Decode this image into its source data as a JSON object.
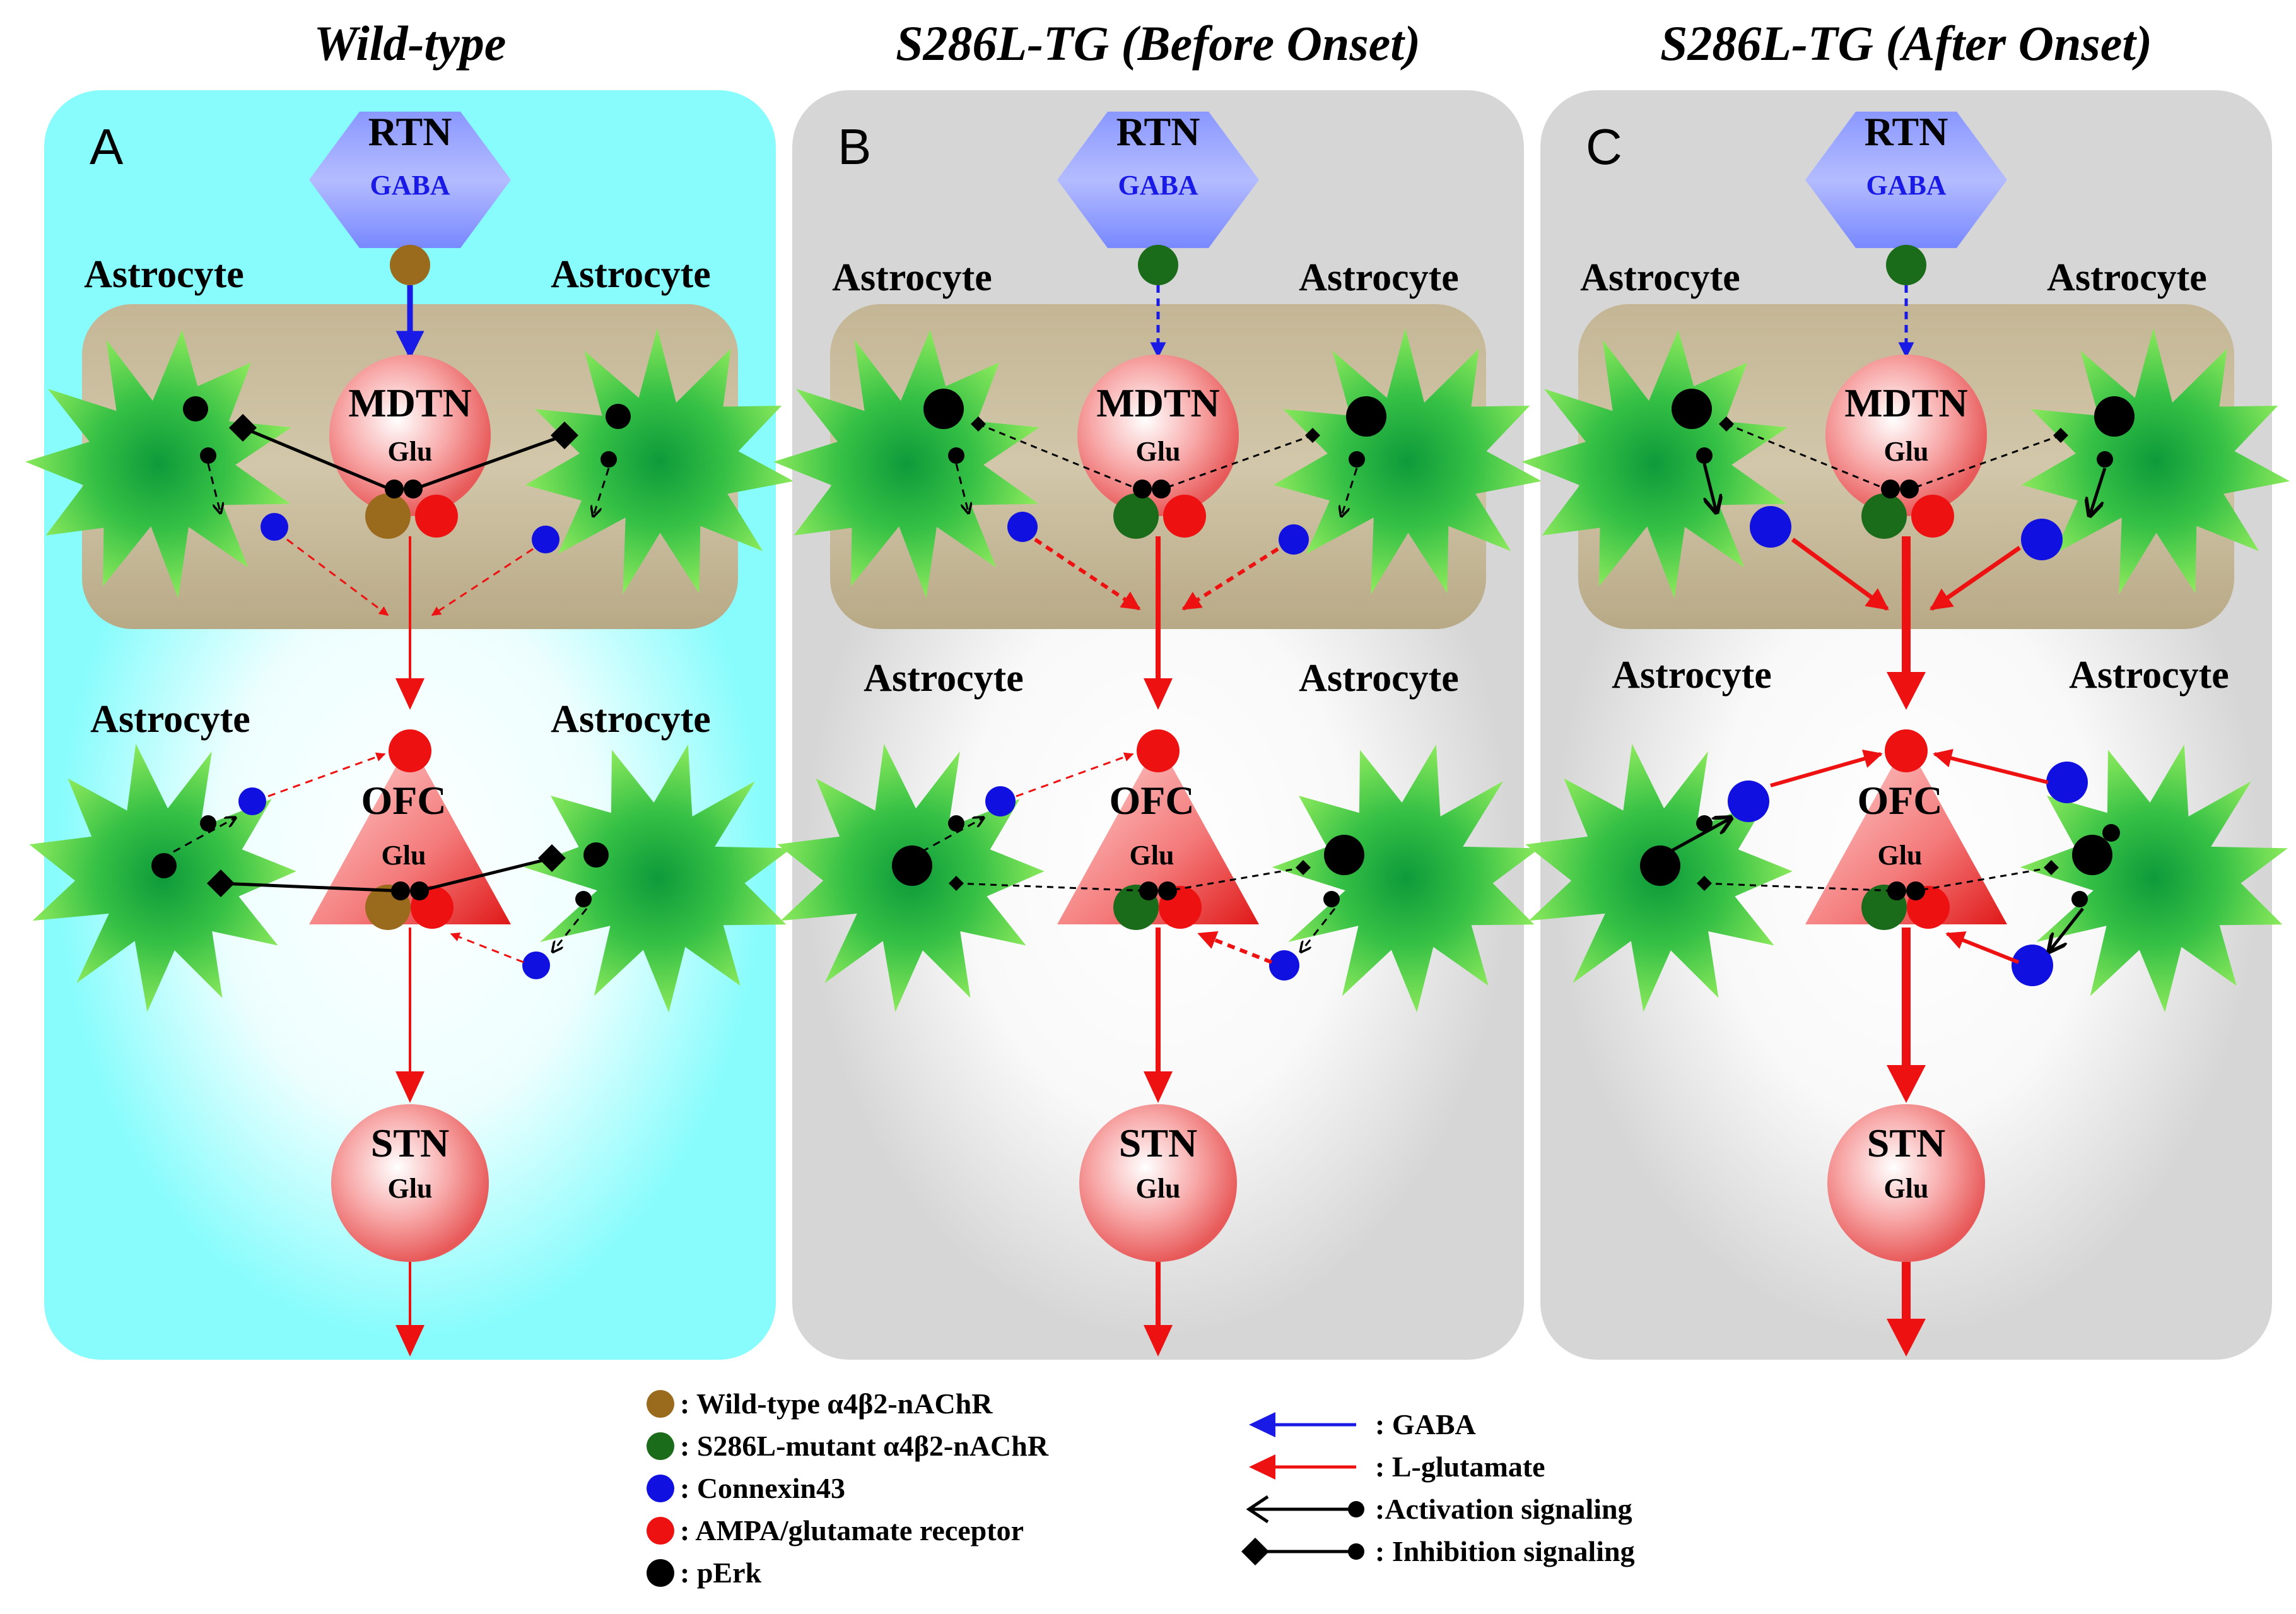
{
  "panels": [
    {
      "id": "A",
      "title": "Wild-type",
      "letter": "A"
    },
    {
      "id": "B",
      "title": "S286L-TG (Before Onset)",
      "letter": "B"
    },
    {
      "id": "C",
      "title": "S286L-TG (After Onset)",
      "letter": "C"
    }
  ],
  "labels": {
    "astrocyte": "Astrocyte",
    "rtn": "RTN",
    "gaba": "GABA",
    "mdtn": "MDTN",
    "ofc": "OFC",
    "stn": "STN",
    "glu": "Glu"
  },
  "legend": {
    "receptors": [
      {
        "color": "#9a6b1c",
        "text": ": Wild-type  α4β2-nAChR"
      },
      {
        "color": "#1a6b1a",
        "text": ": S286L-mutant α4β2-nAChR"
      },
      {
        "color": "#1010e0",
        "text": ": Connexin43"
      },
      {
        "color": "#ee1111",
        "text": ": AMPA/glutamate receptor"
      },
      {
        "color": "#000000",
        "text": ": pErk"
      }
    ],
    "arrows": [
      {
        "kind": "gaba",
        "text": ": GABA"
      },
      {
        "kind": "glut",
        "text": ": L-glutamate"
      },
      {
        "kind": "act",
        "text": ":Activation signaling"
      },
      {
        "kind": "inh",
        "text": ": Inhibition  signaling"
      }
    ]
  },
  "colors": {
    "panel_wt": "#88fcfc",
    "panel_tg": "#d6d6d6",
    "gaba": "#1a1ae6",
    "glut": "#ee1111",
    "wt_nachr": "#9a6b1c",
    "mut_nachr": "#1a6b1a"
  }
}
